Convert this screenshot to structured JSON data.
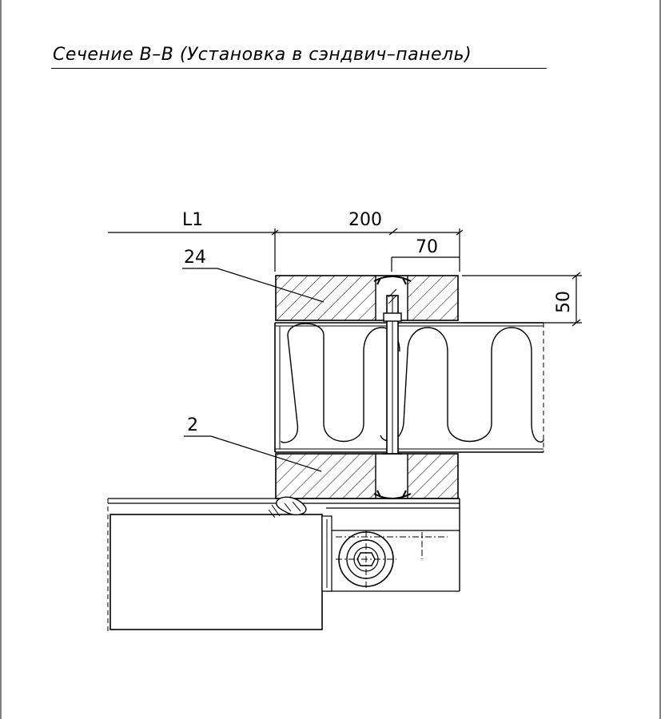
{
  "drawing": {
    "title": "Сечение В–В (Установка в сэндвич–панель)"
  },
  "dimensions": {
    "l1": "L1",
    "width_total": "200",
    "width_offset": "70",
    "thickness": "50"
  },
  "callouts": {
    "part_24": "24",
    "part_2": "2"
  }
}
